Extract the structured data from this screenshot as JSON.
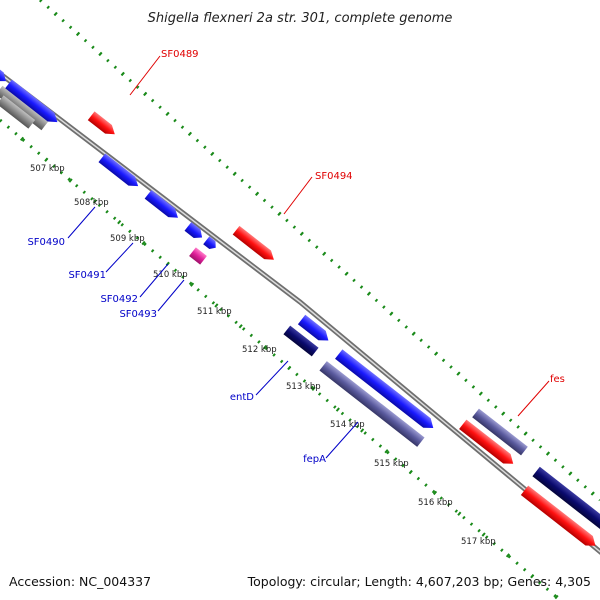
{
  "title": "Shigella flexneri 2a str. 301, complete genome",
  "footer": {
    "accession": "Accession: NC_004337",
    "summary": "Topology: circular; Length: 4,607,203 bp; Genes: 4,305"
  },
  "colors": {
    "forward_cds": "#1a1aff",
    "forward_cds_dark": "#0a0ab0",
    "reverse_cds": "#ff1111",
    "reverse_cds_dark": "#b80000",
    "navy_gene": "#0a0a6e",
    "slate_gene": "#5a5a9e",
    "gray_gene": "#8a8a8a",
    "pink_gene": "#e0209a",
    "backbone": "#7a7a7a",
    "gc_dots": "#1a8a1a",
    "label_blue": "#0000c8",
    "label_red": "#e00000"
  },
  "ticks": [
    "507 kbp",
    "508 kbp",
    "509 kbp",
    "510 kbp",
    "511 kbp",
    "512 kbp",
    "513 kbp",
    "514 kbp",
    "515 kbp",
    "516 kbp",
    "517 kbp"
  ],
  "gene_labels": {
    "SF0489": "SF0489",
    "SF0494": "SF0494",
    "fes": "fes",
    "SF0490": "SF0490",
    "SF0491": "SF0491",
    "SF0492": "SF0492",
    "SF0493": "SF0493",
    "entD": "entD",
    "fepA": "fepA"
  }
}
